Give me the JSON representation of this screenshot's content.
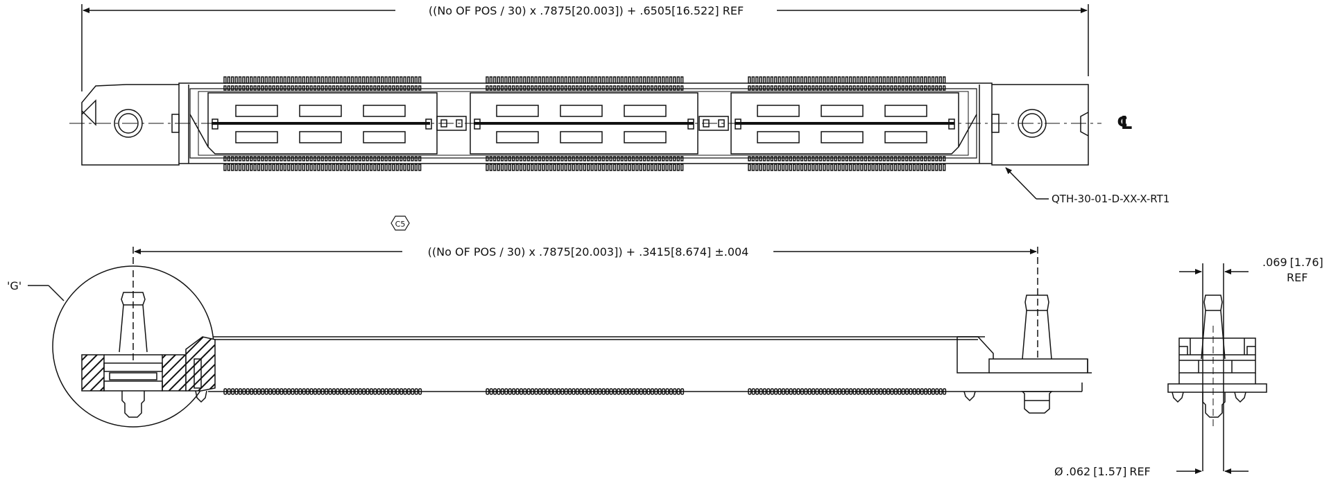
{
  "dimensions": {
    "top_overall": "((No OF POS / 30) x .7875[20.003]) + .6505[16.522] REF",
    "side_pitch": "((No OF POS / 30) x .7875[20.003]) + .3415[8.674] ±.004",
    "end_width_value": ".069",
    "end_width_mm": "[1.76]",
    "end_width_ref": "REF",
    "pin_dia_symbol": "Ø",
    "pin_dia_value": ".062",
    "pin_dia_mm": "[1.57]",
    "pin_dia_ref": "REF"
  },
  "labels": {
    "part_number": "QTH-30-01-D-XX-X-RT1",
    "centerline": "℄",
    "revision_tag": "C5",
    "detail_view": "'G'"
  },
  "colors": {
    "line": "#111111",
    "background": "#ffffff"
  }
}
